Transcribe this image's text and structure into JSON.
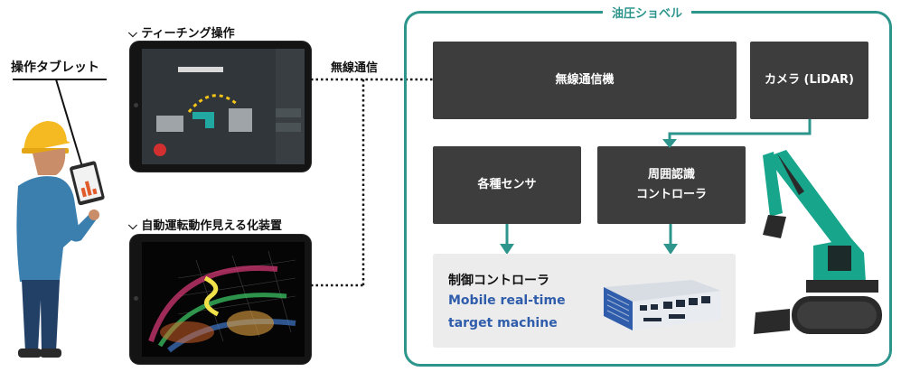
{
  "labels": {
    "tablet_operator": "操作タブレット",
    "teaching": "ティーチング操作",
    "visualization": "自動運転動作見える化装置",
    "wireless_comm": "無線通信"
  },
  "excavator_panel": {
    "title": "油圧ショベル",
    "wireless_unit": "無線通信機",
    "camera": "カメラ (LiDAR)",
    "sensors": "各種センサ",
    "perception_line1": "周囲認識",
    "perception_line2": "コントローラ",
    "control_title": "制御コントローラ",
    "control_sub1": "Mobile real-time",
    "control_sub2": "target machine"
  },
  "colors": {
    "accent": "#2d958c",
    "box": "#3d3d3d",
    "subtitle_blue": "#2f5dab",
    "control_bg": "#ececec"
  },
  "icons": {
    "chevron": "chevron-down-icon",
    "arrow": "arrow-down-icon"
  }
}
